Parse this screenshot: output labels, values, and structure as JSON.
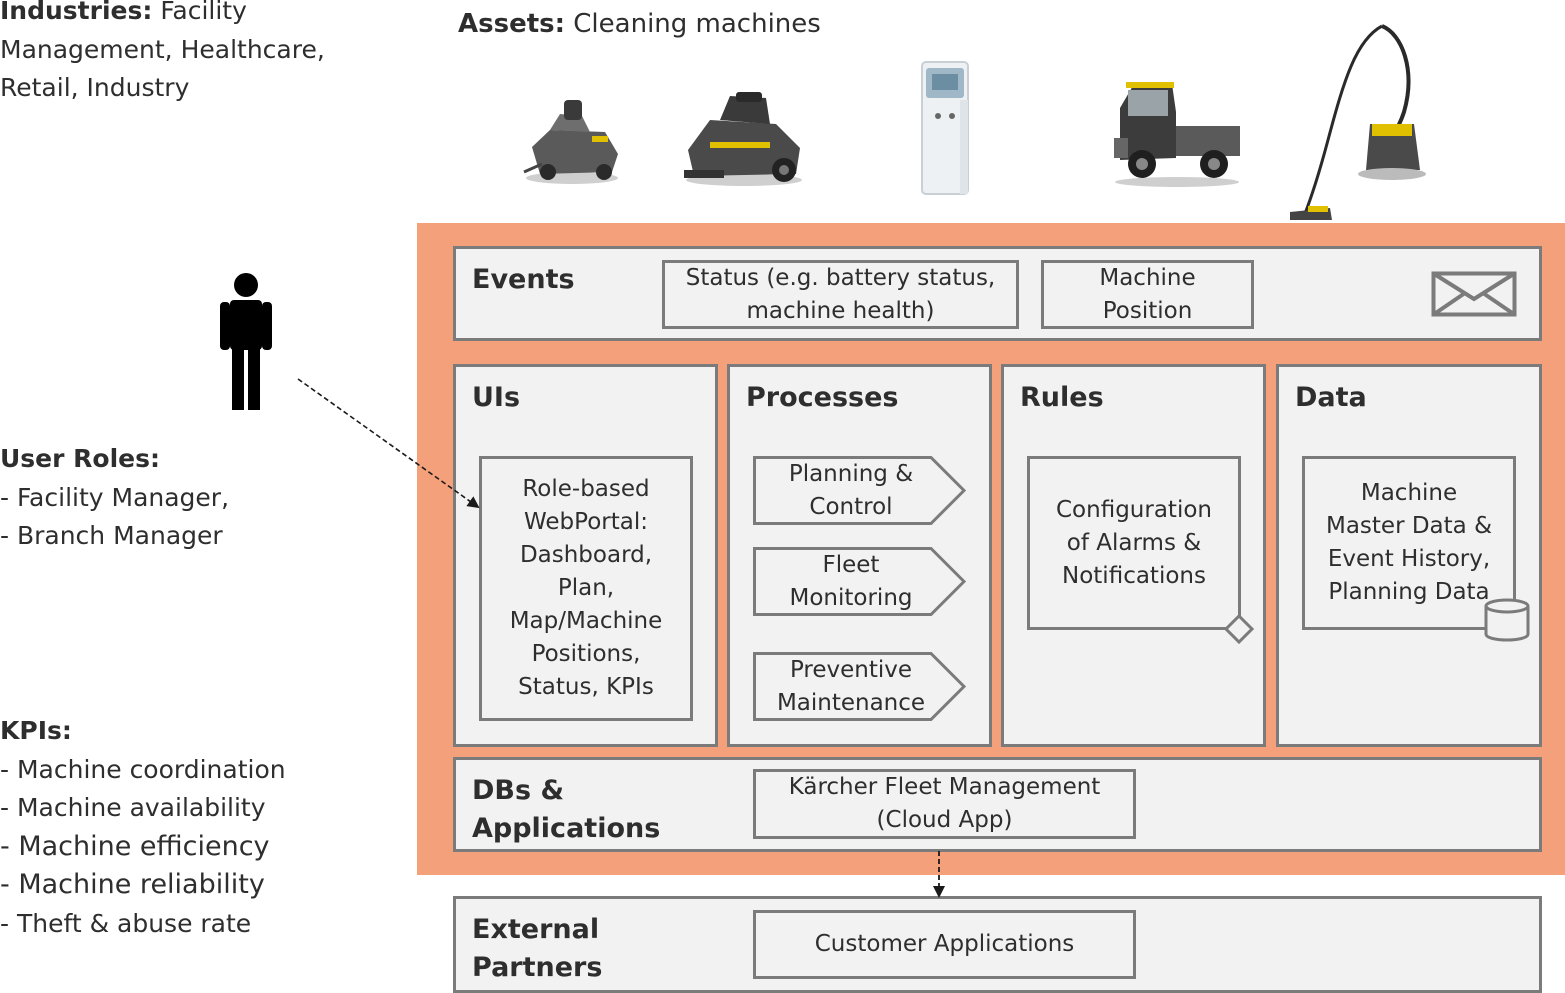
{
  "industries": {
    "label": "Industries:",
    "text_line1": "Facility",
    "text_line2": "Management,  Healthcare,",
    "text_line3": "Retail, Industry"
  },
  "assets": {
    "label": "Assets:",
    "text": "Cleaning machines",
    "machines": [
      "ride-on-scrubber-dryer",
      "ride-on-sweeper",
      "water-dispenser",
      "municipal-vehicle",
      "vacuum-cleaner"
    ]
  },
  "user_roles": {
    "label": "User Roles:",
    "items": [
      "- Facility Manager,",
      "- Branch Manager"
    ]
  },
  "kpis": {
    "label": "KPIs:",
    "items": [
      "- Machine coordination",
      "- Machine availability",
      "- Machine efficiency",
      "- Machine reliability",
      "- Theft & abuse rate"
    ]
  },
  "events": {
    "title": "Events",
    "status_line1": "Status (e.g. battery status,",
    "status_line2": "machine health)",
    "position_line1": "Machine",
    "position_line2": "Position"
  },
  "uis": {
    "title": "UIs",
    "lines": [
      "Role-based",
      "WebPortal:",
      "Dashboard,",
      "Plan,",
      "Map/Machine",
      "Positions,",
      "Status, KPIs"
    ]
  },
  "processes": {
    "title": "Processes",
    "items": [
      {
        "line1": "Planning &",
        "line2": "Control"
      },
      {
        "line1": "Fleet",
        "line2": "Monitoring"
      },
      {
        "line1": "Preventive",
        "line2": "Maintenance"
      }
    ]
  },
  "rules": {
    "title": "Rules",
    "lines": [
      "Configuration",
      "of Alarms &",
      "Notifications"
    ]
  },
  "data": {
    "title": "Data",
    "lines": [
      "Machine",
      "Master Data &",
      "Event History,",
      "Planning Data"
    ]
  },
  "dbs": {
    "title_line1": "DBs &",
    "title_line2": "Applications",
    "app_line1": "Kärcher Fleet Management",
    "app_line2": "(Cloud App)"
  },
  "external": {
    "title_line1": "External",
    "title_line2": "Partners",
    "app": "Customer Applications"
  },
  "colors": {
    "platform": "#f4a07a",
    "panel": "#f2f2f2",
    "border": "#7b7b7b",
    "text": "#2e2e2e"
  }
}
